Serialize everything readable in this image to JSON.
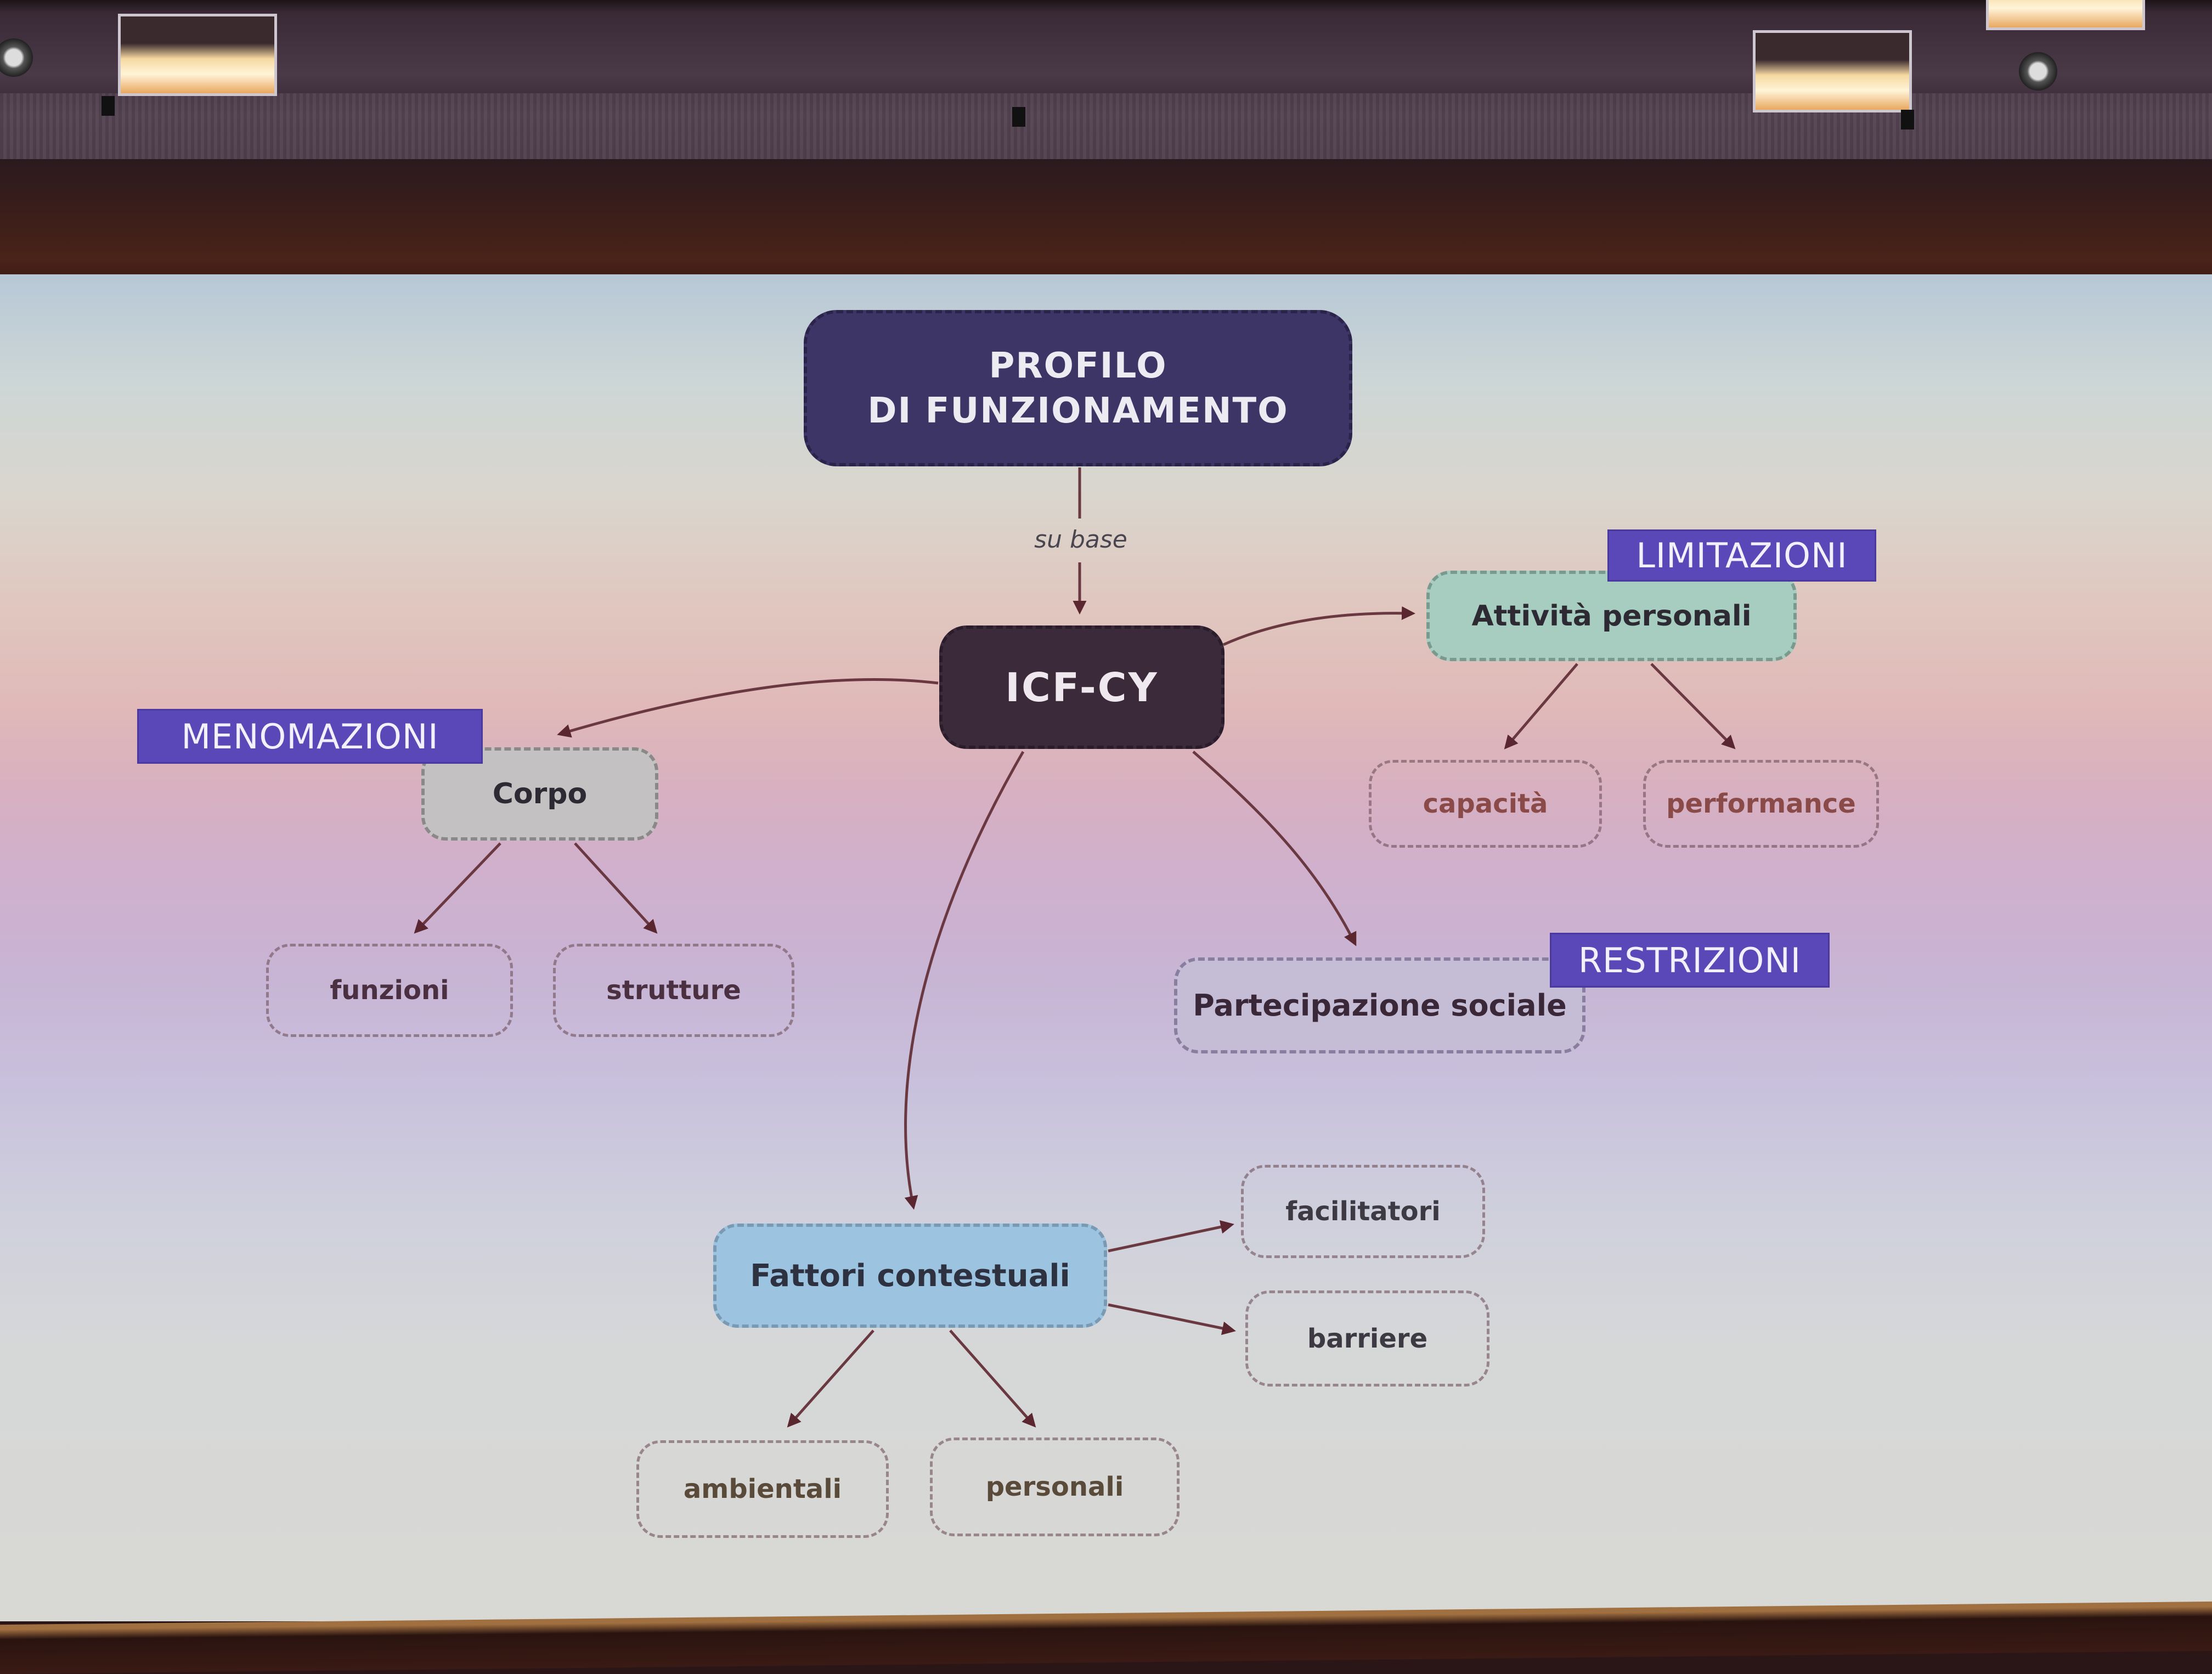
{
  "diagram": {
    "root": {
      "label_line1": "PROFILO",
      "label_line2": "DI FUNZIONAMENTO"
    },
    "root_edge_label": "su base",
    "center": {
      "label": "ICF-CY"
    },
    "branches": {
      "attivita": {
        "label": "Attività personali",
        "tag": "LIMITAZIONI",
        "children": [
          "capacità",
          "performance"
        ]
      },
      "corpo": {
        "label": "Corpo",
        "tag": "MENOMAZIONI",
        "children": [
          "funzioni",
          "strutture"
        ]
      },
      "partecipazione": {
        "label": "Partecipazione sociale",
        "tag": "RESTRIZIONI"
      },
      "fattori": {
        "label": "Fattori contestuali",
        "children_right": [
          "facilitatori",
          "barriere"
        ],
        "children_bottom": [
          "ambientali",
          "personali"
        ]
      }
    },
    "colors": {
      "root": "#3d3566",
      "center": "#3a2a3a",
      "attivita": "#a6cdc0",
      "corpo": "#c3c1c1",
      "partecipazione": "#c5bcd6",
      "fattori": "#9cc4e0",
      "tag": "#5a48b8",
      "arrow": "#6a3038"
    }
  }
}
